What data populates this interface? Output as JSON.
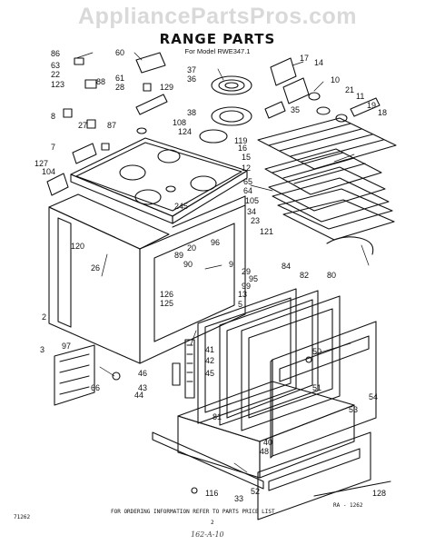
{
  "watermark": "AppliancePartsPros.com",
  "title": "RANGE PARTS",
  "subtitle": "For Model RWE347.1",
  "footer": {
    "order_note": "FOR ORDERING INFORMATION REFER TO PARTS PRICE LIST",
    "left_code": "71262",
    "right_code": "RA - 1262",
    "page_no": "2",
    "handwritten": "162-A-10"
  },
  "parts": [
    "86",
    "63",
    "22",
    "123",
    "88",
    "8",
    "60",
    "61",
    "28",
    "87",
    "27",
    "129",
    "7",
    "127",
    "104",
    "37",
    "36",
    "38",
    "108",
    "124",
    "17",
    "14",
    "10",
    "21",
    "11",
    "19",
    "18",
    "35",
    "119",
    "16",
    "15",
    "12",
    "65",
    "64",
    "105",
    "34",
    "23",
    "121",
    "245",
    "96",
    "20",
    "89",
    "90",
    "9",
    "29",
    "95",
    "84",
    "99",
    "13",
    "126",
    "125",
    "5",
    "82",
    "80",
    "120",
    "26",
    "2",
    "3",
    "97",
    "66",
    "41",
    "42",
    "45",
    "46",
    "43",
    "44",
    "50",
    "51",
    "116",
    "33",
    "52",
    "48",
    "40",
    "81",
    "53",
    "54",
    "128"
  ]
}
